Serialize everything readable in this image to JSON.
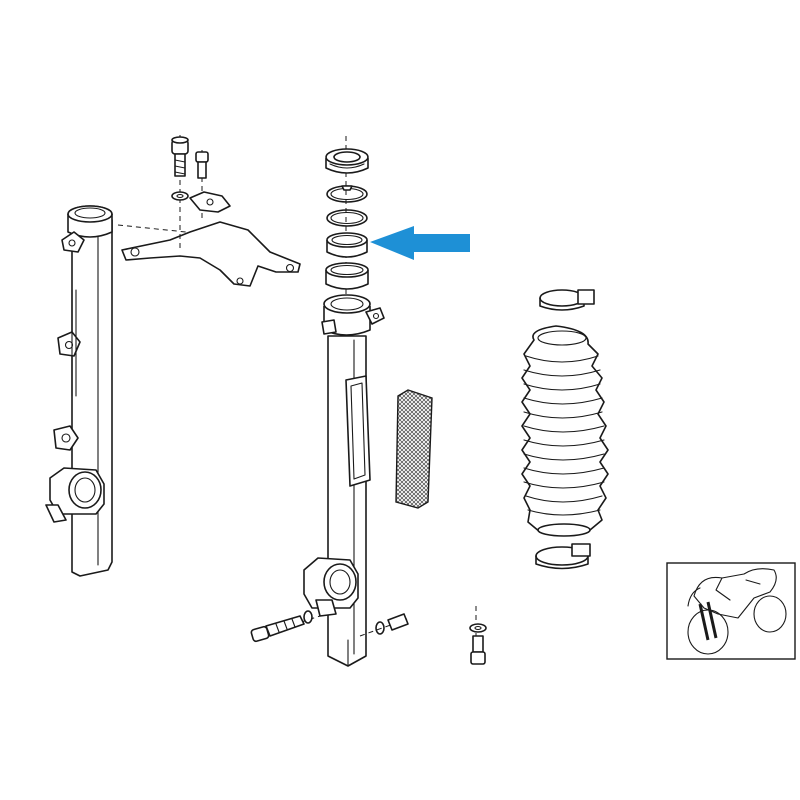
{
  "diagram": {
    "type": "exploded-parts-diagram",
    "highlight_color": "#1e90d6",
    "line_color": "#1a1a1a",
    "background": "#ffffff",
    "parts": [
      "fork-tube-left",
      "fork-tube-right",
      "fork-bridge-bracket",
      "fork-seal",
      "snap-ring",
      "slide-bushing",
      "guide-bushing",
      "reflector",
      "fork-boot",
      "boot-clamp",
      "clamp-screw",
      "washer",
      "bleed-screw"
    ],
    "highlighted_part": "slide-bushing",
    "icons": [
      "arrow-icon",
      "motorcycle-icon"
    ]
  }
}
